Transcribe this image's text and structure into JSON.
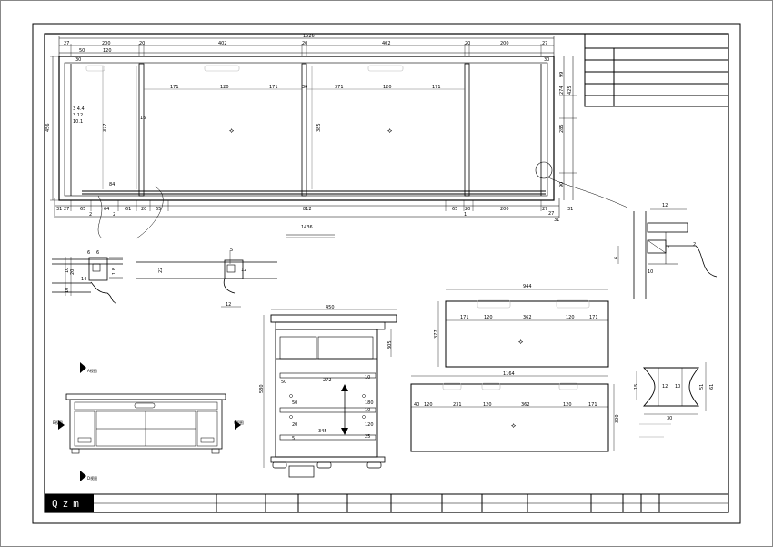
{
  "title_block": {
    "logo_text": "Qzm"
  },
  "plan_view": {
    "overall_width": "1526",
    "inner_width": "1436",
    "top_segments": [
      "27",
      "200",
      "20",
      "402",
      "20",
      "402",
      "20",
      "200",
      "27"
    ],
    "top_sub_segments": [
      "50",
      "120",
      "30",
      "30"
    ],
    "inner_spacing_left": [
      "171",
      "120",
      "171",
      "30"
    ],
    "inner_spacing_right": [
      "371",
      "120",
      "171"
    ],
    "left_heights": [
      "456"
    ],
    "left_labels": [
      "3 4.4",
      "3.12",
      "10.1"
    ],
    "interior_heights": [
      "377",
      "385"
    ],
    "right_heights": [
      "99",
      "274",
      "425",
      "285",
      "90"
    ],
    "right_side": [
      "27",
      "31"
    ],
    "bottom_segments": [
      "31",
      "27",
      "65",
      "64",
      "61",
      "20",
      "65",
      "812",
      "65",
      "20",
      "200",
      "27",
      "31"
    ],
    "bottom_sub": [
      "2",
      "2",
      "1"
    ],
    "mid_labels": [
      "84",
      "16"
    ]
  },
  "detail_a": {
    "labels": [
      "6",
      "10",
      "20",
      "1.8",
      "10",
      "14",
      "6"
    ]
  },
  "detail_b": {
    "labels": [
      "5",
      "12",
      "22",
      "12"
    ]
  },
  "detail_c": {
    "labels": [
      "12",
      "7",
      "10",
      "6",
      "2"
    ]
  },
  "side_section": {
    "overall_width": "450",
    "overall_height": "580",
    "labels": [
      "305",
      "50",
      "272",
      "10",
      "50",
      "20",
      "5",
      "345",
      "180",
      "10",
      "120",
      "25"
    ]
  },
  "top_panel": {
    "width": "944",
    "height": "377",
    "segments": [
      "171",
      "120",
      "362",
      "120",
      "171"
    ]
  },
  "front_panel": {
    "width": "1164",
    "height": "300",
    "segments": [
      "40",
      "120",
      "231",
      "120",
      "362",
      "120",
      "171"
    ]
  },
  "foot_profile": {
    "labels": [
      "30",
      "15",
      "51",
      "61",
      "12",
      "10"
    ]
  },
  "elevation_view": {
    "labels": [
      "A视图",
      "B视图",
      "C视图",
      "D视图"
    ]
  }
}
